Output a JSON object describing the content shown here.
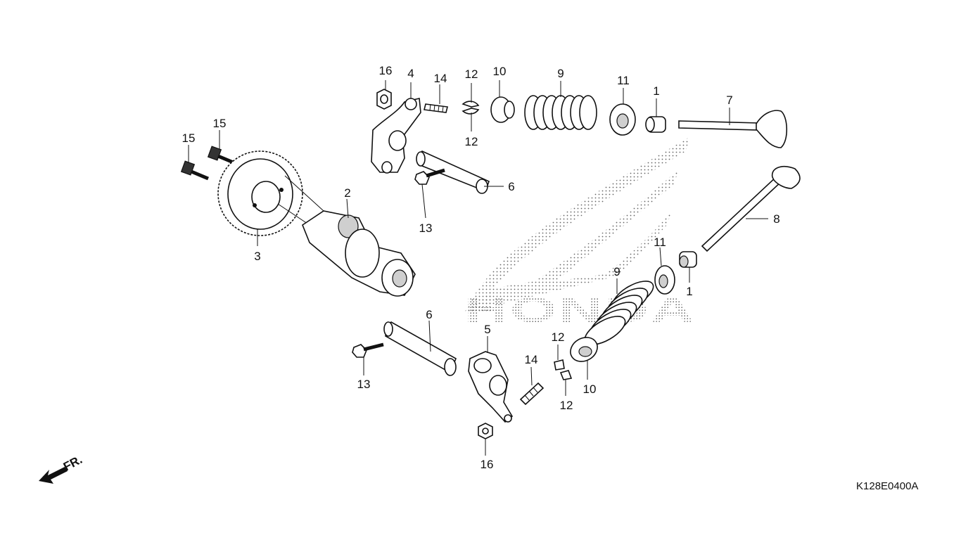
{
  "diagram": {
    "drawing_code": "K128E0400A",
    "front_marker": "FR.",
    "watermark_text": "HONDA",
    "callouts": {
      "c1a": "1",
      "c1b": "1",
      "c2": "2",
      "c3": "3",
      "c4": "4",
      "c5": "5",
      "c6a": "6",
      "c6b": "6",
      "c7": "7",
      "c8": "8",
      "c9a": "9",
      "c9b": "9",
      "c10a": "10",
      "c10b": "10",
      "c11a": "11",
      "c11b": "11",
      "c12a": "12",
      "c12b": "12",
      "c12c": "12",
      "c12d": "12",
      "c13a": "13",
      "c13b": "13",
      "c14a": "14",
      "c14b": "14",
      "c15a": "15",
      "c15b": "15",
      "c16a": "16",
      "c16b": "16"
    }
  }
}
